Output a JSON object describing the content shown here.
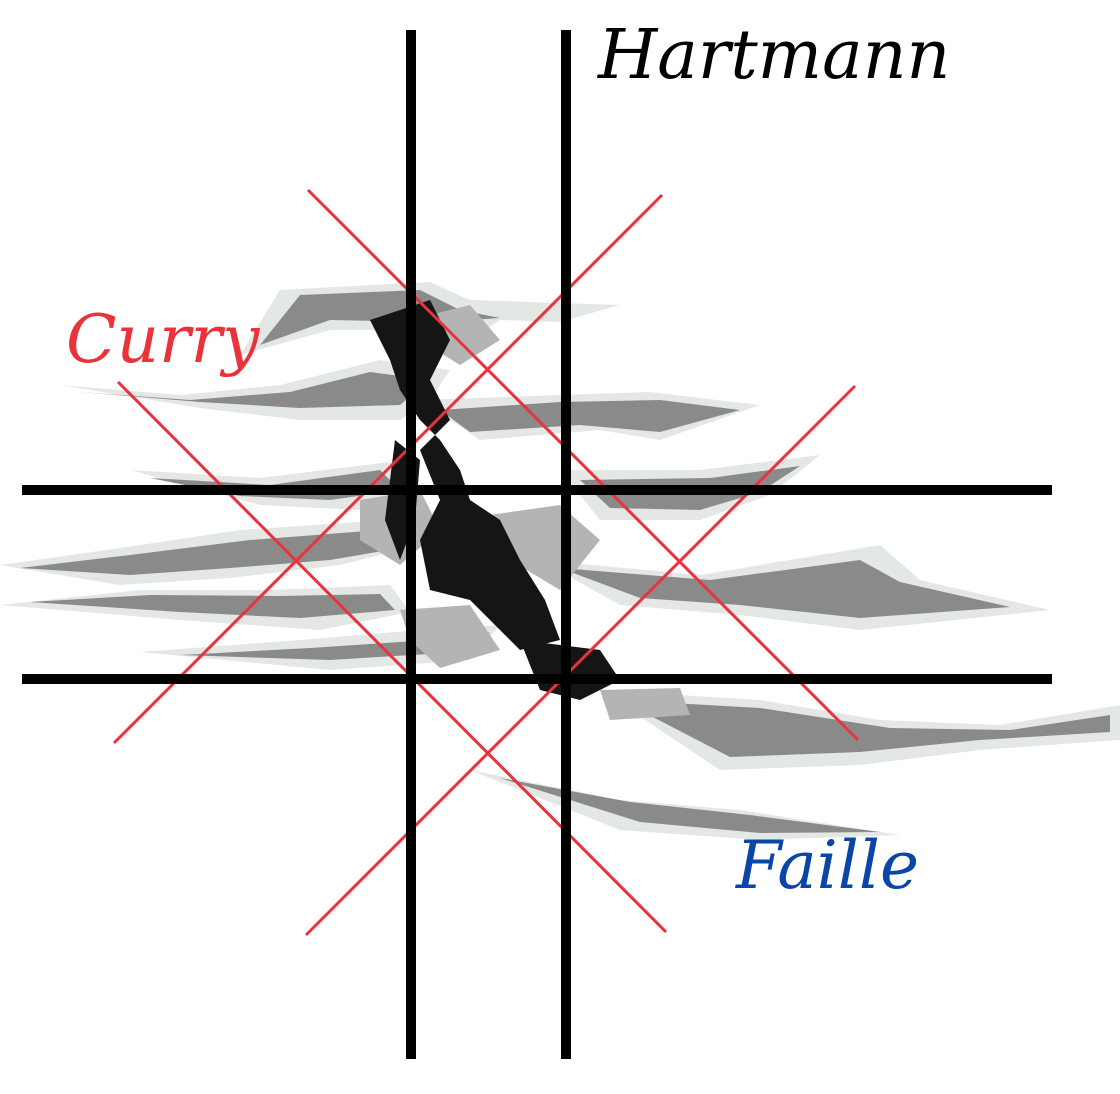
{
  "labels": {
    "hartmann": "Hartmann",
    "curry": "Curry",
    "faille": "Faille"
  },
  "colors": {
    "hartmann_grid": "#000000",
    "curry_grid": "#e8333a",
    "faille_label": "#0a46a8",
    "crack_dark": "#151515",
    "crack_mid": "#6e6e6e",
    "crack_light": "#b4b4b4",
    "crack_rim": "#e4e8e4"
  },
  "icons": {
    "crack": "ground-crack-icon"
  }
}
